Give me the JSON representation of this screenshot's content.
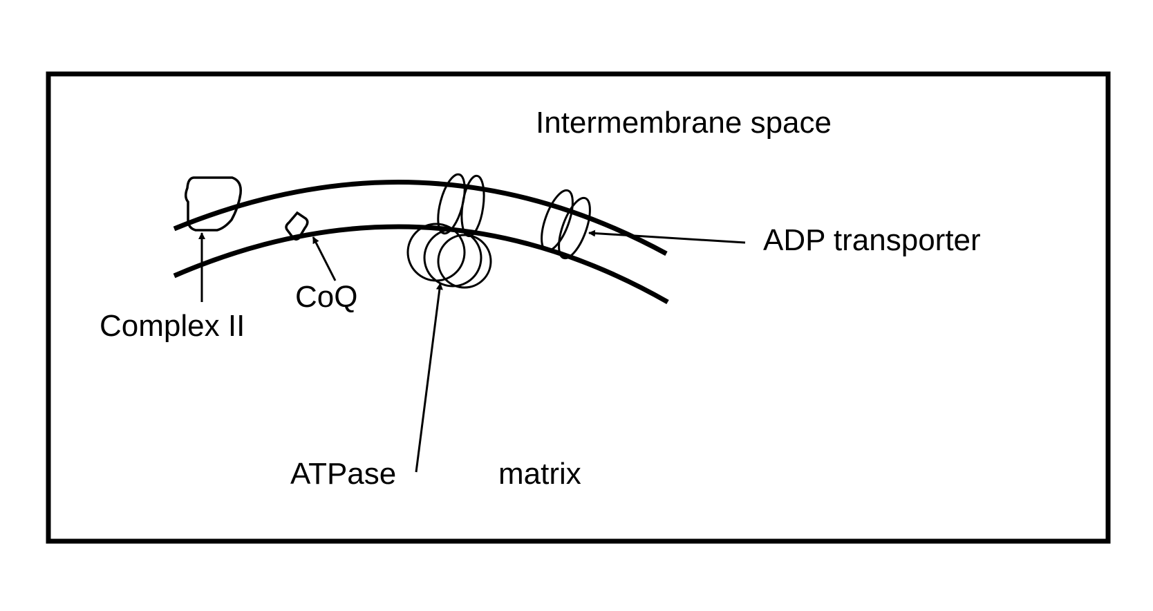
{
  "diagram": {
    "labels": {
      "intermembrane_space": "Intermembrane space",
      "matrix": "matrix",
      "complex_ii": "Complex II",
      "coq": "CoQ",
      "atpase": "ATPase",
      "adp_transporter": "ADP transporter"
    },
    "colors": {
      "stroke": "#000000",
      "background": "#ffffff"
    }
  }
}
